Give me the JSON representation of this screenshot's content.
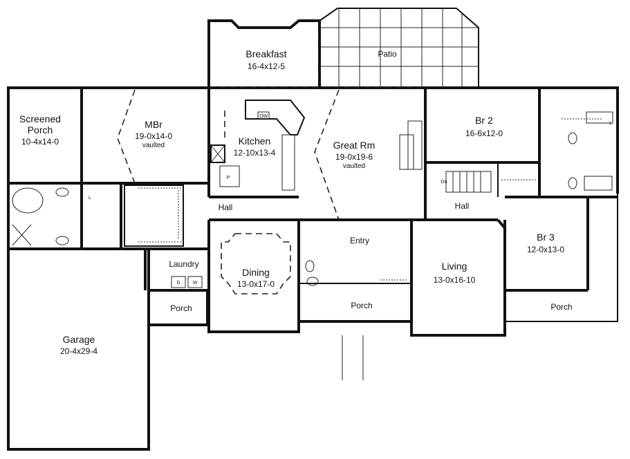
{
  "rooms": {
    "breakfast": {
      "name": "Breakfast",
      "size": "16-4x12-5"
    },
    "patio": {
      "name": "Patio"
    },
    "screened_porch": {
      "name_line1": "Screened",
      "name_line2": "Porch",
      "size": "10-4x14-0"
    },
    "mbr": {
      "name": "MBr",
      "size": "19-0x14-0",
      "note": "vaulted"
    },
    "kitchen": {
      "name": "Kitchen",
      "size": "12-10x13-4"
    },
    "great_rm": {
      "name": "Great Rm",
      "size": "19-0x19-6",
      "note": "vaulted"
    },
    "br2": {
      "name": "Br 2",
      "size": "16-6x12-0"
    },
    "hall_left": {
      "name": "Hall"
    },
    "hall_right": {
      "name": "Hall"
    },
    "br3": {
      "name": "Br 3",
      "size": "12-0x13-0"
    },
    "entry": {
      "name": "Entry"
    },
    "laundry": {
      "name": "Laundry"
    },
    "dining": {
      "name": "Dining",
      "size": "13-0x17-0"
    },
    "living": {
      "name": "Living",
      "size": "13-0x16-10"
    },
    "porch_left": {
      "name": "Porch"
    },
    "porch_center": {
      "name": "Porch"
    },
    "porch_right": {
      "name": "Porch"
    },
    "garage": {
      "name": "Garage",
      "size": "20-4x29-4"
    }
  },
  "fixtures": {
    "dishwasher": "DW",
    "pantry": "P",
    "stairs_down": "Dn",
    "dryer": "D",
    "washer": "W",
    "linen_left": "L",
    "linen_right": "L"
  }
}
